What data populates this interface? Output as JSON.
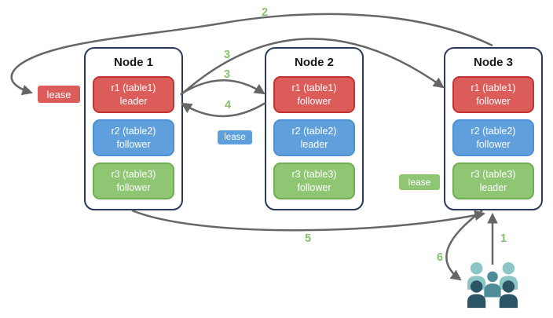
{
  "diagram": {
    "nodes": [
      {
        "title": "Node 1",
        "replicas": [
          {
            "line1": "r1 (table1)",
            "line2": "leader",
            "color": "red"
          },
          {
            "line1": "r2 (table2)",
            "line2": "follower",
            "color": "blue"
          },
          {
            "line1": "r3 (table3)",
            "line2": "follower",
            "color": "green"
          }
        ]
      },
      {
        "title": "Node 2",
        "replicas": [
          {
            "line1": "r1 (table1)",
            "line2": "follower",
            "color": "red"
          },
          {
            "line1": "r2 (table2)",
            "line2": "leader",
            "color": "blue"
          },
          {
            "line1": "r3 (table3)",
            "line2": "follower",
            "color": "green"
          }
        ]
      },
      {
        "title": "Node 3",
        "replicas": [
          {
            "line1": "r1 (table1)",
            "line2": "follower",
            "color": "red"
          },
          {
            "line1": "r2 (table2)",
            "line2": "follower",
            "color": "blue"
          },
          {
            "line1": "r3 (table3)",
            "line2": "leader",
            "color": "green"
          }
        ]
      }
    ],
    "leases": {
      "red": "lease",
      "blue": "lease",
      "green": "lease"
    },
    "steps": {
      "s1": "1",
      "s2": "2",
      "s3_to_node3": "3",
      "s3_to_node2": "3",
      "s4": "4",
      "s5": "5",
      "s6": "6"
    },
    "icons": {
      "users_group": "users-group-icon"
    },
    "colors": {
      "replica_red_fill": "#DC5C5A",
      "replica_red_border": "#C23431",
      "replica_blue_fill": "#5FA0DC",
      "replica_blue_border": "#4B90D2",
      "replica_green_fill": "#8EC673",
      "replica_green_border": "#6FAE4F",
      "node_border": "#2A3A5E",
      "arrow": "#666666",
      "step_label": "#84C46E",
      "people_back": "#8BC5C6",
      "people_middle": "#4E8C97",
      "people_front": "#2B5564"
    }
  }
}
